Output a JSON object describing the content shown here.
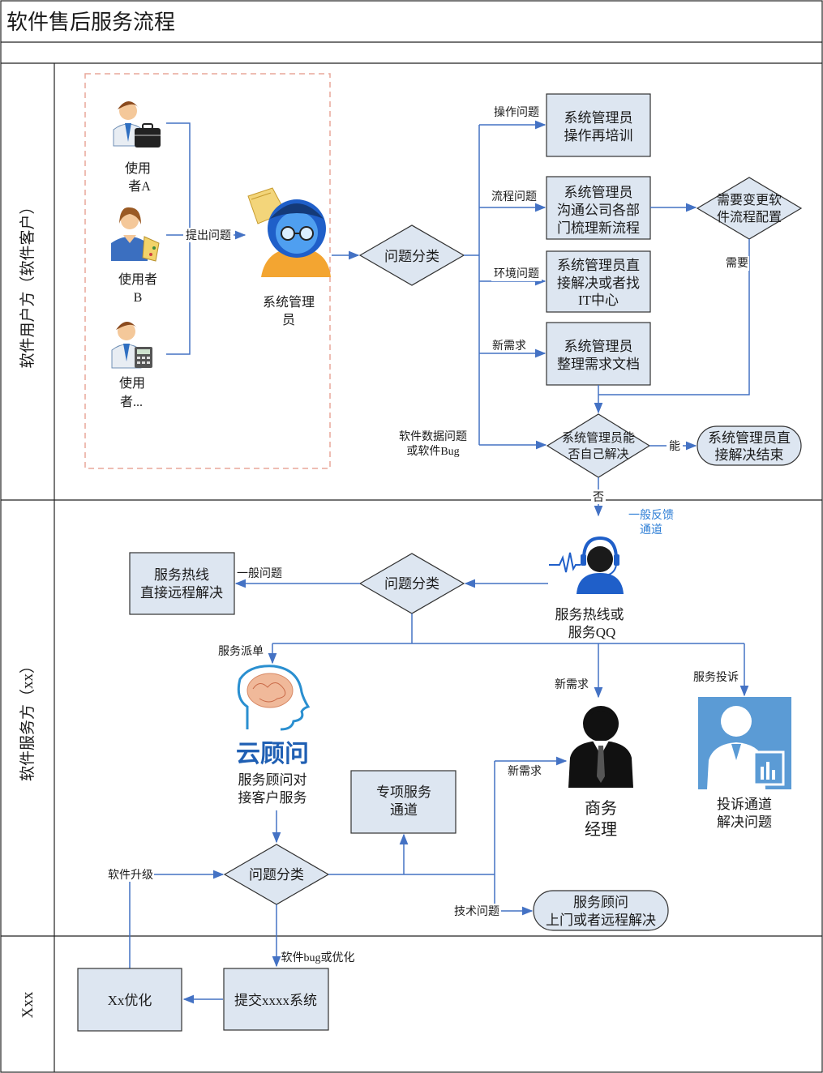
{
  "title": "软件售后服务流程",
  "lanes": {
    "customer": "软件用户方（软件客户）",
    "service": "软件服务方（xx）",
    "xxx": "Xxx"
  },
  "users": {
    "a": [
      "使用",
      "者A"
    ],
    "b": [
      "使用者",
      "B"
    ],
    "etc": [
      "使用",
      "者..."
    ]
  },
  "edge_labels": {
    "raise_issue": "提出问题",
    "op_issue": "操作问题",
    "flow_issue": "流程问题",
    "env_issue": "环境问题",
    "new_req": "新需求",
    "data_issue": [
      "软件数据问题",
      "或软件Bug"
    ],
    "need": "需要",
    "can": "能",
    "no": "否",
    "general_channel": [
      "一般反馈",
      "通道"
    ],
    "general_issue": "一般问题",
    "dispatch": "服务派单",
    "new_req_2": "新需求",
    "complaint": "服务投诉",
    "new_req_3": "新需求",
    "upgrade": "软件升级",
    "tech_issue": "技术问题",
    "bug_opt": "软件bug或优化"
  },
  "nodes": {
    "admin": [
      "系统管理",
      "员"
    ],
    "classify_1": "问题分类",
    "op_retrain": [
      "系统管理员",
      "操作再培训"
    ],
    "flow_node": [
      "系统管理员",
      "沟通公司各部",
      "门梳理新流程"
    ],
    "change_config": [
      "需要变更软",
      "件流程配置"
    ],
    "env_node": [
      "系统管理员直",
      "接解决或者找",
      "IT中心"
    ],
    "req_doc": [
      "系统管理员",
      "整理需求文档"
    ],
    "self_solve": [
      "系统管理员能",
      "否自己解决"
    ],
    "direct_end": [
      "系统管理员直",
      "接解决结束"
    ],
    "hotline": [
      "服务热线或",
      "服务QQ"
    ],
    "classify_2": "问题分类",
    "remote_hotline": [
      "服务热线",
      "直接远程解决"
    ],
    "consultant_logo": "云顾问",
    "consultant": [
      "服务顾问对",
      "接客户服务"
    ],
    "special_channel": [
      "专项服务",
      "通道"
    ],
    "manager": [
      "商务",
      "经理"
    ],
    "complaint_node": [
      "投诉通道",
      "解决问题"
    ],
    "classify_3": "问题分类",
    "onsite": [
      "服务顾问",
      "上门或者远程解决"
    ],
    "submit": "提交xxxx系统",
    "optimize": "Xx优化"
  },
  "colors": {
    "line": "#4472c4",
    "box_fill": "#dde6f1",
    "box_stroke": "#333333",
    "dashed": "#e8a79a",
    "accent": "#2f7fd6"
  }
}
